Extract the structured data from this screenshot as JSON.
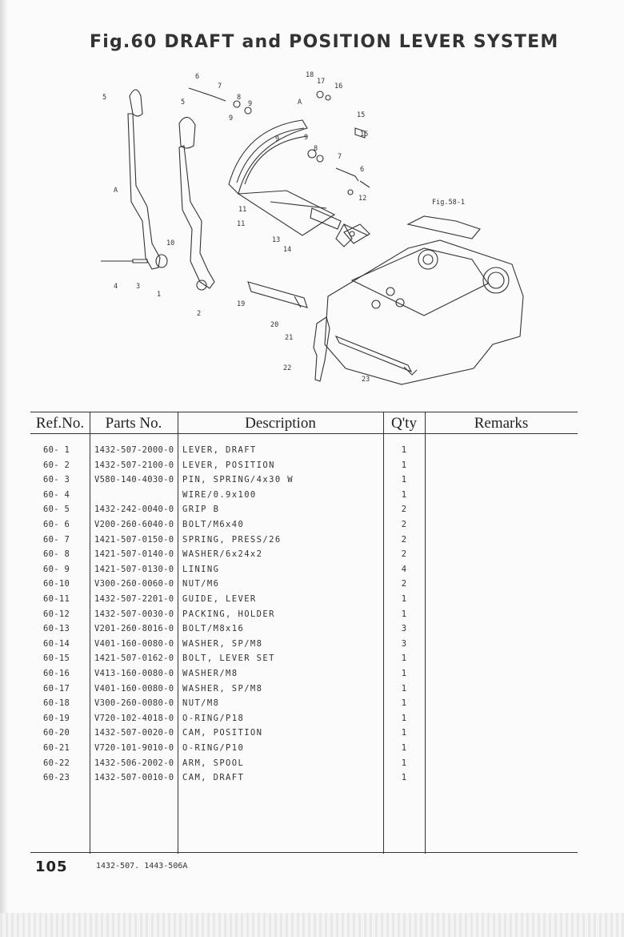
{
  "title": "Fig.60  DRAFT and POSITION LEVER SYSTEM",
  "diagram": {
    "reference_note": "Fig.58-1",
    "arrow_label": "A",
    "callouts": [
      "1",
      "2",
      "3",
      "4",
      "5",
      "5",
      "6",
      "6",
      "7",
      "7",
      "8",
      "8",
      "9",
      "9",
      "9",
      "9",
      "10",
      "11",
      "11",
      "12",
      "13",
      "14",
      "15",
      "15",
      "16",
      "17",
      "18",
      "19",
      "20",
      "21",
      "22",
      "23"
    ]
  },
  "table": {
    "headers": {
      "ref_no": "Ref.No.",
      "parts_no": "Parts  No.",
      "description": "Description",
      "qty": "Q'ty",
      "remarks": "Remarks"
    },
    "rows": [
      {
        "ref": "60- 1",
        "part": "1432-507-2000-0",
        "desc": "LEVER, DRAFT",
        "qty": "1"
      },
      {
        "ref": "60- 2",
        "part": "1432-507-2100-0",
        "desc": "LEVER, POSITION",
        "qty": "1"
      },
      {
        "ref": "60- 3",
        "part": "V580-140-4030-0",
        "desc": "PIN, SPRING/4x30 W",
        "qty": "1"
      },
      {
        "ref": "60- 4",
        "part": "",
        "desc": "WIRE/0.9x100",
        "qty": "1"
      },
      {
        "ref": "60- 5",
        "part": "1432-242-0040-0",
        "desc": "GRIP B",
        "qty": "2"
      },
      {
        "ref": "60- 6",
        "part": "V200-260-6040-0",
        "desc": "BOLT/M6x40",
        "qty": "2"
      },
      {
        "ref": "60- 7",
        "part": "1421-507-0150-0",
        "desc": "SPRING, PRESS/26",
        "qty": "2"
      },
      {
        "ref": "60- 8",
        "part": "1421-507-0140-0",
        "desc": "WASHER/6x24x2",
        "qty": "2"
      },
      {
        "ref": "60- 9",
        "part": "1421-507-0130-0",
        "desc": "LINING",
        "qty": "4"
      },
      {
        "ref": "60-10",
        "part": "V300-260-0060-0",
        "desc": "NUT/M6",
        "qty": "2"
      },
      {
        "ref": "60-11",
        "part": "1432-507-2201-0",
        "desc": "GUIDE, LEVER",
        "qty": "1"
      },
      {
        "ref": "60-12",
        "part": "1432-507-0030-0",
        "desc": "PACKING, HOLDER",
        "qty": "1"
      },
      {
        "ref": "60-13",
        "part": "V201-260-8016-0",
        "desc": "BOLT/M8x16",
        "qty": "3"
      },
      {
        "ref": "60-14",
        "part": "V401-160-0080-0",
        "desc": "WASHER, SP/M8",
        "qty": "3"
      },
      {
        "ref": "60-15",
        "part": "1421-507-0162-0",
        "desc": "BOLT, LEVER SET",
        "qty": "1"
      },
      {
        "ref": "60-16",
        "part": "V413-160-0080-0",
        "desc": "WASHER/M8",
        "qty": "1"
      },
      {
        "ref": "60-17",
        "part": "V401-160-0080-0",
        "desc": "WASHER, SP/M8",
        "qty": "1"
      },
      {
        "ref": "60-18",
        "part": "V300-260-0080-0",
        "desc": "NUT/M8",
        "qty": "1"
      },
      {
        "ref": "60-19",
        "part": "V720-102-4018-0",
        "desc": "O-RING/P18",
        "qty": "1"
      },
      {
        "ref": "60-20",
        "part": "1432-507-0020-0",
        "desc": "CAM, POSITION",
        "qty": "1"
      },
      {
        "ref": "60-21",
        "part": "V720-101-9010-0",
        "desc": "O-RING/P10",
        "qty": "1"
      },
      {
        "ref": "60-22",
        "part": "1432-506-2002-0",
        "desc": "ARM, SPOOL",
        "qty": "1"
      },
      {
        "ref": "60-23",
        "part": "1432-507-0010-0",
        "desc": "CAM, DRAFT",
        "qty": "1"
      }
    ]
  },
  "footer": {
    "page_number": "105",
    "reference": "1432-507. 1443-506A"
  }
}
